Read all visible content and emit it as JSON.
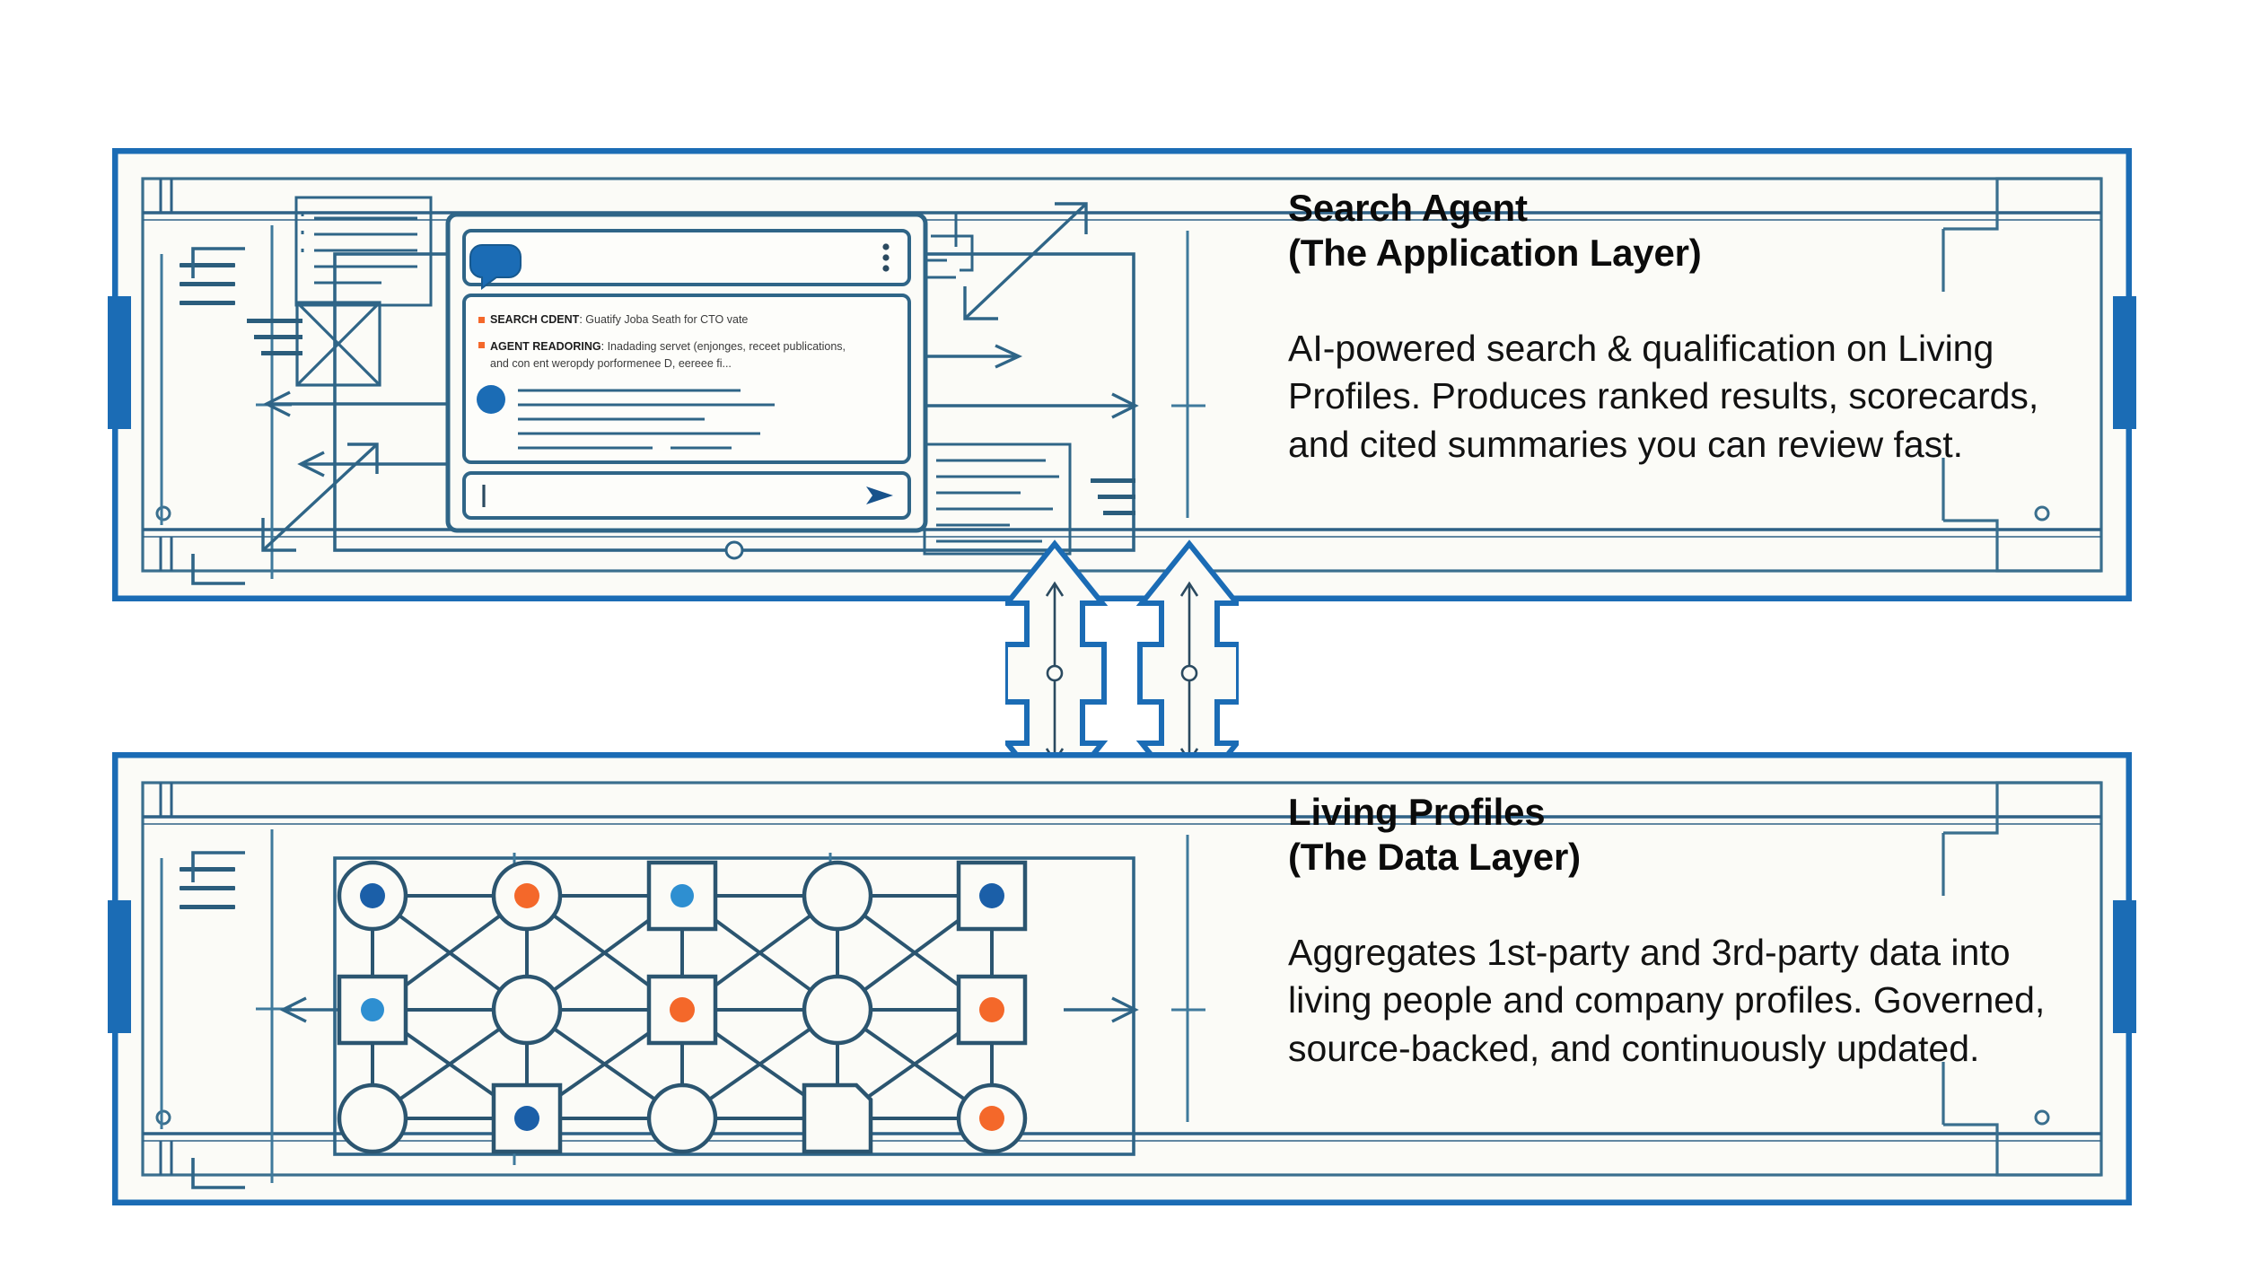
{
  "meta": {
    "background": "#ffffff",
    "ink_dark": "#23536f",
    "ink_mid": "#2e6186",
    "accent_blue": "#1769b0",
    "accent_blue_solid": "#1b6cb5",
    "accent_light_blue": "#2e8fd1",
    "accent_orange": "#f4682a",
    "paper": "#fbfbf7",
    "text_color": "#101010"
  },
  "panels": [
    {
      "id": "search-agent",
      "title": "Search Agent\n(The Application Layer)",
      "title_line1": "Search Agent",
      "title_line2": "(The Application Layer)",
      "body": "AI-powered search & qualification on Living\nProfiles. Produces ranked results, scorecards,\nand cited summaries you can review fast.",
      "body_lines": [
        "AI-powered search & qualification on Living",
        "Profiles. Produces ranked results, scorecards,",
        "and cited summaries you can review fast."
      ]
    },
    {
      "id": "living-profiles",
      "title": "Living Profiles\n(The Data Layer)",
      "title_line1": "Living Profiles",
      "title_line2": "(The Data Layer)",
      "body": "Aggregates 1st-party and 3rd-party data into\nliving people and company profiles. Governed,\nsource-backed, and continuously updated.",
      "body_lines": [
        "Aggregates 1st-party and 3rd-party data into",
        "living people and company profiles. Governed,",
        "source-backed, and continuously updated."
      ]
    }
  ],
  "chat_mock": {
    "header_icon": "chat-bubble-icon",
    "menu_icon": "kebab-menu-icon",
    "send_icon": "send-arrow-icon",
    "input_placeholder": "",
    "input_value": "",
    "messages": [
      {
        "label": "SEARCH CDENT",
        "text": "Guatify Joba Seath for CTO vate",
        "bullet_color": "#f4682a"
      },
      {
        "label": "AGENT READORING",
        "text": "Inadading servet (enjonges, receet publications,",
        "text2": "and con ent weropdy porformenee D, eereee fi...",
        "bullet_color": "#f4682a"
      }
    ]
  },
  "network": {
    "type": "node-graph",
    "cols": 5,
    "rows": 3,
    "nodes": [
      {
        "row": 0,
        "col": 0,
        "shape": "circle",
        "dot": "#1b5fa8"
      },
      {
        "row": 0,
        "col": 1,
        "shape": "circle",
        "dot": "#f4682a"
      },
      {
        "row": 0,
        "col": 2,
        "shape": "square",
        "dot": "#2e8fd1"
      },
      {
        "row": 0,
        "col": 3,
        "shape": "circle",
        "dot": null
      },
      {
        "row": 0,
        "col": 4,
        "shape": "square",
        "dot": "#1b5fa8"
      },
      {
        "row": 1,
        "col": 0,
        "shape": "square",
        "dot": "#2e8fd1"
      },
      {
        "row": 1,
        "col": 1,
        "shape": "circle",
        "dot": null
      },
      {
        "row": 1,
        "col": 2,
        "shape": "square",
        "dot": "#f4682a"
      },
      {
        "row": 1,
        "col": 3,
        "shape": "circle",
        "dot": null
      },
      {
        "row": 1,
        "col": 4,
        "shape": "square",
        "dot": "#f4682a"
      },
      {
        "row": 2,
        "col": 0,
        "shape": "circle",
        "dot": null
      },
      {
        "row": 2,
        "col": 1,
        "shape": "square",
        "dot": "#1b5fa8"
      },
      {
        "row": 2,
        "col": 2,
        "shape": "circle",
        "dot": null
      },
      {
        "row": 2,
        "col": 3,
        "shape": "square-cut",
        "dot": null
      },
      {
        "row": 2,
        "col": 4,
        "shape": "circle",
        "dot": "#f4682a"
      }
    ]
  },
  "connectors": {
    "count": 2,
    "style": "double-headed-vertical-arrow",
    "direction": "bidirectional"
  },
  "icons": {
    "hamburger": "hamburger-lines-icon",
    "corner_bracket": "corner-bracket-icon",
    "dim_arrow": "dimension-arrow-icon",
    "diagonal_arrow": "diagonal-dimension-arrow-icon",
    "cross_box": "crossed-box-icon"
  }
}
